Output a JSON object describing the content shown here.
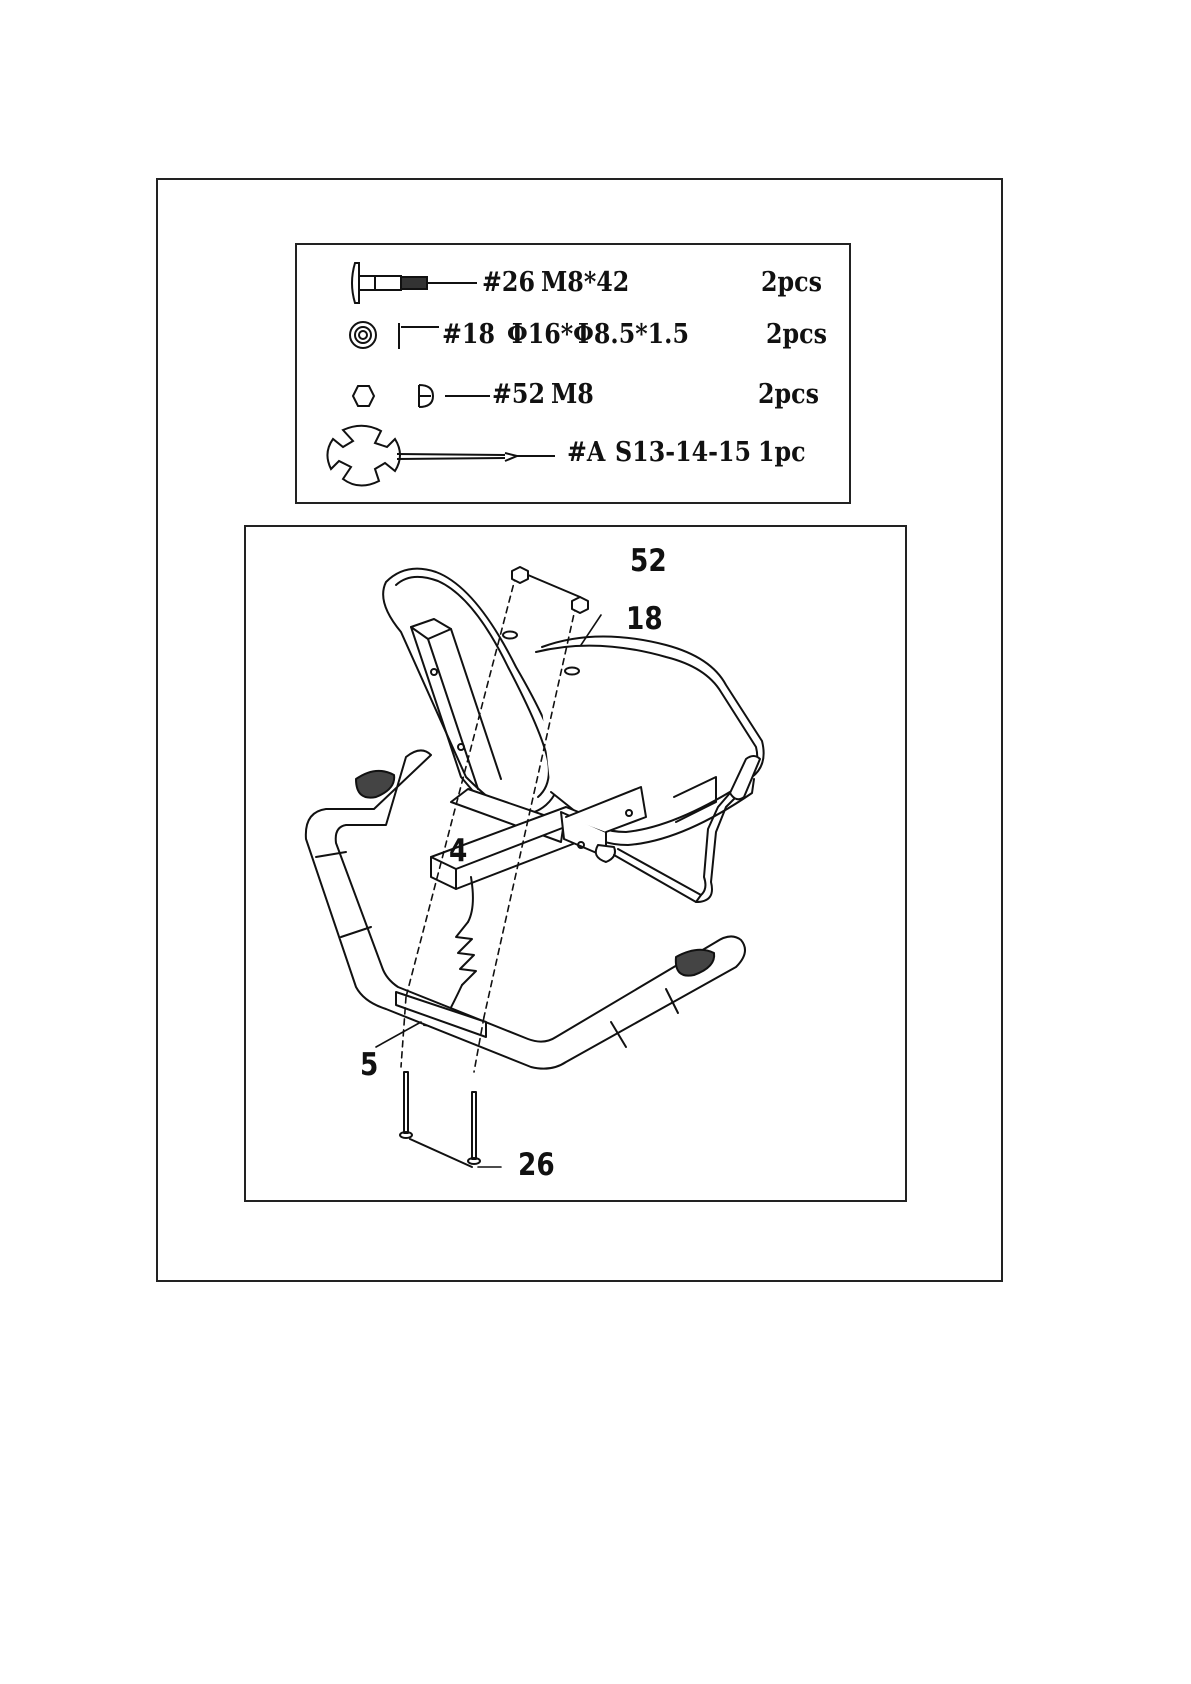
{
  "hardware": [
    {
      "part": "#26",
      "spec": "M8*42",
      "qty": "2pcs",
      "icon": "carriage-bolt-icon"
    },
    {
      "part": "#18",
      "spec": "Φ16*Φ8.5*1.5",
      "qty": "2pcs",
      "icon": "flat-washer-icon"
    },
    {
      "part": "#52",
      "spec": "M8",
      "qty": "2pcs",
      "icon": "hex-nut-icon"
    },
    {
      "part": "#A",
      "spec": "S13-14-15",
      "qty": "1pc",
      "icon": "multi-wrench-icon"
    }
  ],
  "callouts": {
    "nut": "52",
    "washer": "18",
    "seat_rail": "4",
    "handlebar": "5",
    "bolt": "26"
  }
}
